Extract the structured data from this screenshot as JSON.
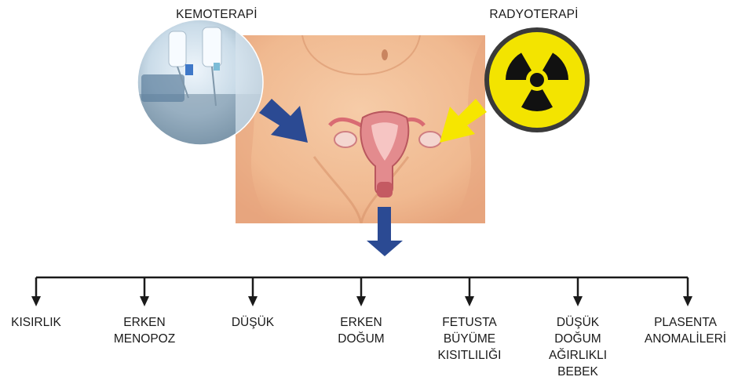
{
  "treatments": {
    "left_label": "KEMOTERAPİ",
    "right_label": "RADYOTERAPİ"
  },
  "outcomes": [
    {
      "id": "infertility",
      "label": "KISIRLIK"
    },
    {
      "id": "early-menopause",
      "label": "ERKEN\nMENOPOZ"
    },
    {
      "id": "miscarriage",
      "label": "DÜŞÜK"
    },
    {
      "id": "preterm-birth",
      "label": "ERKEN\nDOĞUM"
    },
    {
      "id": "fetal-growth-restriction",
      "label": "FETUSTA\nBÜYÜME\nKISITLILIĞI"
    },
    {
      "id": "low-birth-weight",
      "label": "DÜŞÜK\nDOĞUM\nAĞIRLIKLI\nBEBEK"
    },
    {
      "id": "placental-anomalies",
      "label": "PLASENTA\nANOMALİLERİ"
    }
  ],
  "colors": {
    "skin": "#f2bf9a",
    "skin_shadow": "#e7a47c",
    "chemo_arrow": "#2b4a93",
    "radio_arrow": "#f6e600",
    "radiation_yellow": "#f3e400",
    "tree_line": "#1a1a1a"
  },
  "icons": {
    "chemo_image": "iv-drip-bags",
    "radio_image": "radiation-trefoil",
    "center_image": "female-torso-uterus"
  }
}
